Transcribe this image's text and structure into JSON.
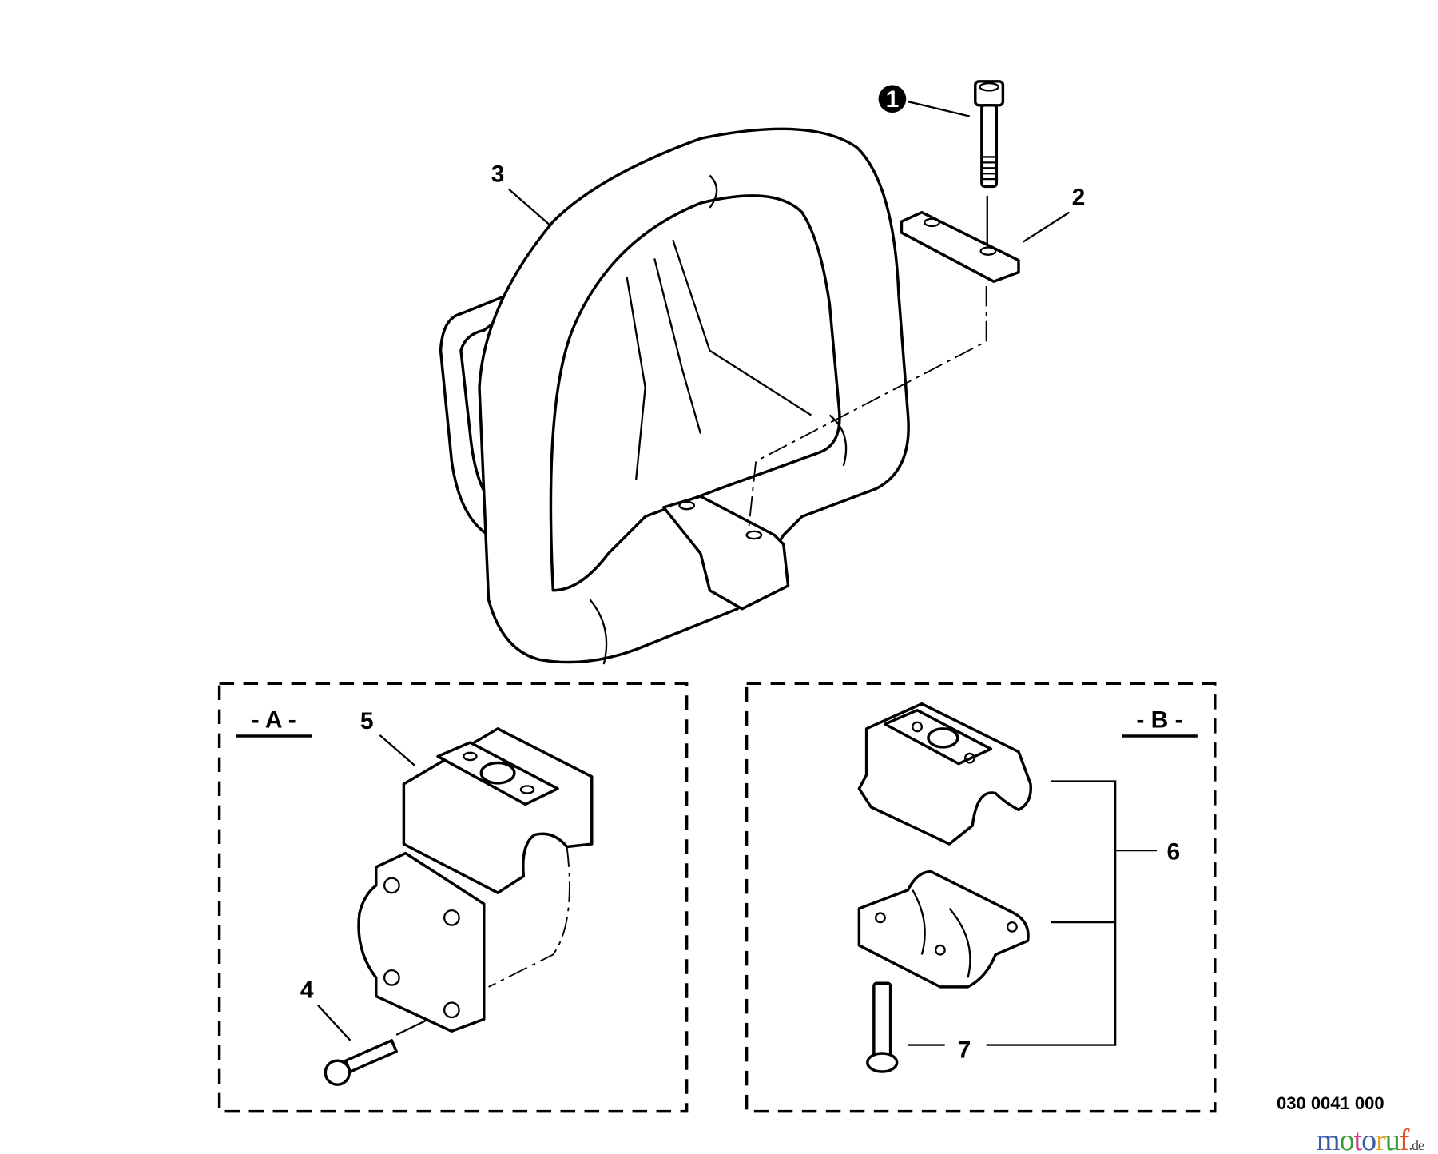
{
  "callouts": {
    "c1": "1",
    "c2": "2",
    "c3": "3",
    "c4": "4",
    "c5": "5",
    "c6": "6",
    "c7": "7"
  },
  "variants": {
    "a": "- A -",
    "b": "- B -"
  },
  "drawing_number": "030 0041 000",
  "logo": {
    "text": "motoruf",
    "suffix": ".de",
    "colors": [
      "#3b5ba5",
      "#3b9a3b",
      "#d43a8a",
      "#3b5ba5",
      "#e0a020",
      "#3b9a3b",
      "#e05020"
    ]
  }
}
